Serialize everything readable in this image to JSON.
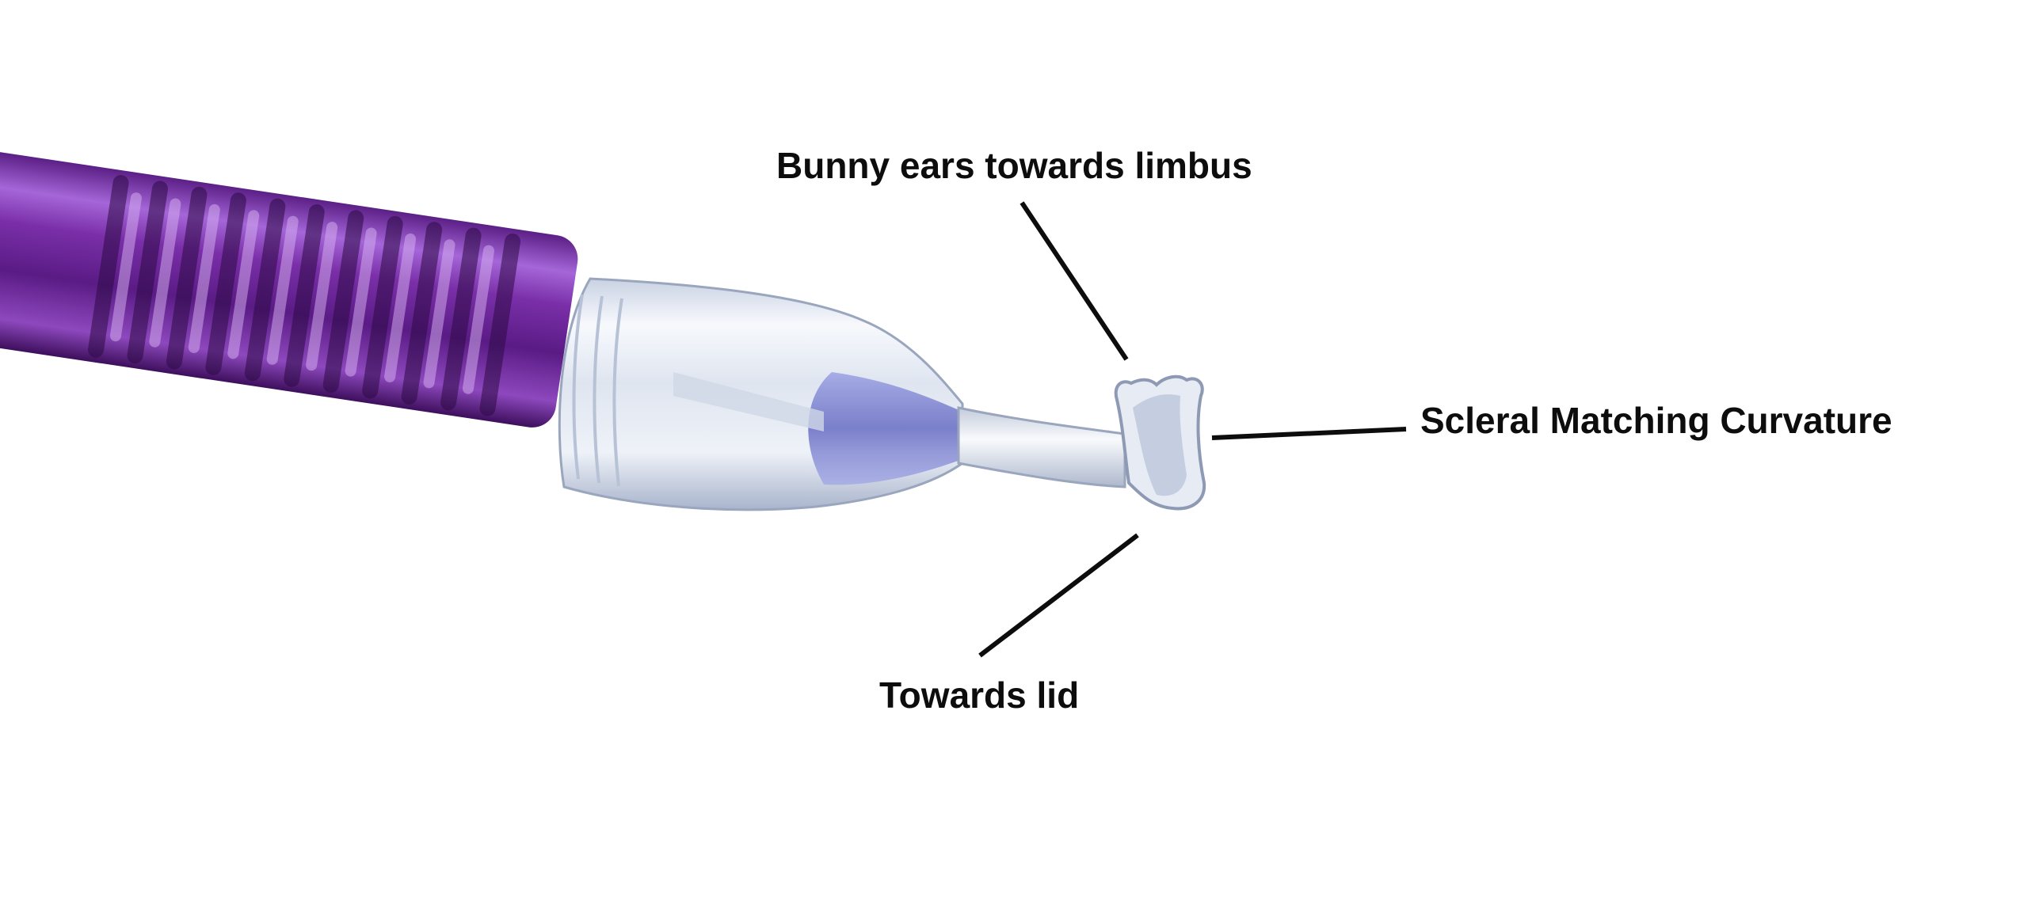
{
  "labels": {
    "bunny_ears": "Bunny ears towards limbus",
    "scleral": "Scleral Matching Curvature",
    "lid": "Towards lid"
  },
  "colors": {
    "handle_purple": "#7a2fa8",
    "handle_dark": "#3d0f5c",
    "handle_light": "#c79be6",
    "tip_clear": "#e9eef6",
    "tip_blue": "#5a5fc8",
    "leader_line": "#0d0d0d"
  },
  "icons": {
    "handle": "scleral-lens-remover-handle",
    "tip": "suction-plunger-tip"
  }
}
